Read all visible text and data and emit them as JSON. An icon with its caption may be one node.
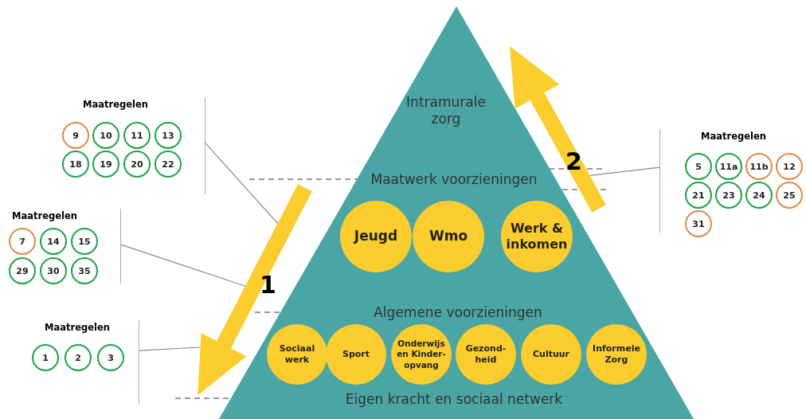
{
  "diagram": {
    "nodes": [
      {
        "text": [
          "Intramurale zorg",
          "Maatwerk voorzieningen",
          "Algemene voorzieningen",
          "Eigen kracht en sociaal netwerk"
        ]
      },
      {
        "text": [
          "Jeugd"
        ],
        "in": 0
      },
      {
        "text": [
          "Wmo"
        ],
        "in": 0
      },
      {
        "text": [
          "Werk & inkomen"
        ],
        "in": 0
      },
      {
        "text": [
          "Sociaal werk"
        ],
        "in": 0
      },
      {
        "text": [
          "Sport"
        ],
        "in": 0
      },
      {
        "text": [
          "Onderwijs en Kinder- opvang"
        ],
        "in": 0
      },
      {
        "text": [
          "Gezond- heid"
        ],
        "in": 0
      },
      {
        "text": [
          "Cultuur"
        ],
        "in": 0
      },
      {
        "text": [
          "Informele Zorg"
        ],
        "in": 0
      },
      {
        "text": [
          "1"
        ]
      },
      {
        "text": [
          "2"
        ]
      },
      {
        "text": [
          "Maatregelen"
        ]
      },
      {
        "text": [
          "9"
        ],
        "in": 12
      },
      {
        "text": [
          "10"
        ],
        "in": 12
      },
      {
        "text": [
          "11"
        ],
        "in": 12
      },
      {
        "text": [
          "13"
        ],
        "in": 12
      },
      {
        "text": [
          "18"
        ],
        "in": 12
      },
      {
        "text": [
          "19"
        ],
        "in": 12
      },
      {
        "text": [
          "20"
        ],
        "in": 12
      },
      {
        "text": [
          "22"
        ],
        "in": 12
      },
      {
        "text": [
          "Maatregelen"
        ]
      },
      {
        "text": [
          "7"
        ],
        "in": 21
      },
      {
        "text": [
          "14"
        ],
        "in": 21
      },
      {
        "text": [
          "15"
        ],
        "in": 21
      },
      {
        "text": [
          "29"
        ],
        "in": 21
      },
      {
        "text": [
          "30"
        ],
        "in": 21
      },
      {
        "text": [
          "35"
        ],
        "in": 21
      },
      {
        "text": [
          "Maatregelen"
        ]
      },
      {
        "text": [
          "1"
        ],
        "in": 28
      },
      {
        "text": [
          "2"
        ],
        "in": 28
      },
      {
        "text": [
          "3"
        ],
        "in": 28
      },
      {
        "text": [
          "Maatregelen"
        ]
      },
      {
        "text": [
          "5"
        ],
        "in": 32
      },
      {
        "text": [
          "11a"
        ],
        "in": 32
      },
      {
        "text": [
          "11b"
        ],
        "in": 32
      },
      {
        "text": [
          "12"
        ],
        "in": 32
      },
      {
        "text": [
          "21"
        ],
        "in": 32
      },
      {
        "text": [
          "23"
        ],
        "in": 32
      },
      {
        "text": [
          "24"
        ],
        "in": 32
      },
      {
        "text": [
          "25"
        ],
        "in": 32
      },
      {
        "text": [
          "31"
        ],
        "in": 32
      }
    ],
    "edges": [
      {
        "from": 12,
        "to": 10,
        "arrow": "none"
      },
      {
        "from": 21,
        "to": 10,
        "arrow": "none"
      },
      {
        "from": 28,
        "to": 10,
        "arrow": "none"
      },
      {
        "from": 32,
        "to": 11,
        "arrow": "none"
      }
    ]
  }
}
